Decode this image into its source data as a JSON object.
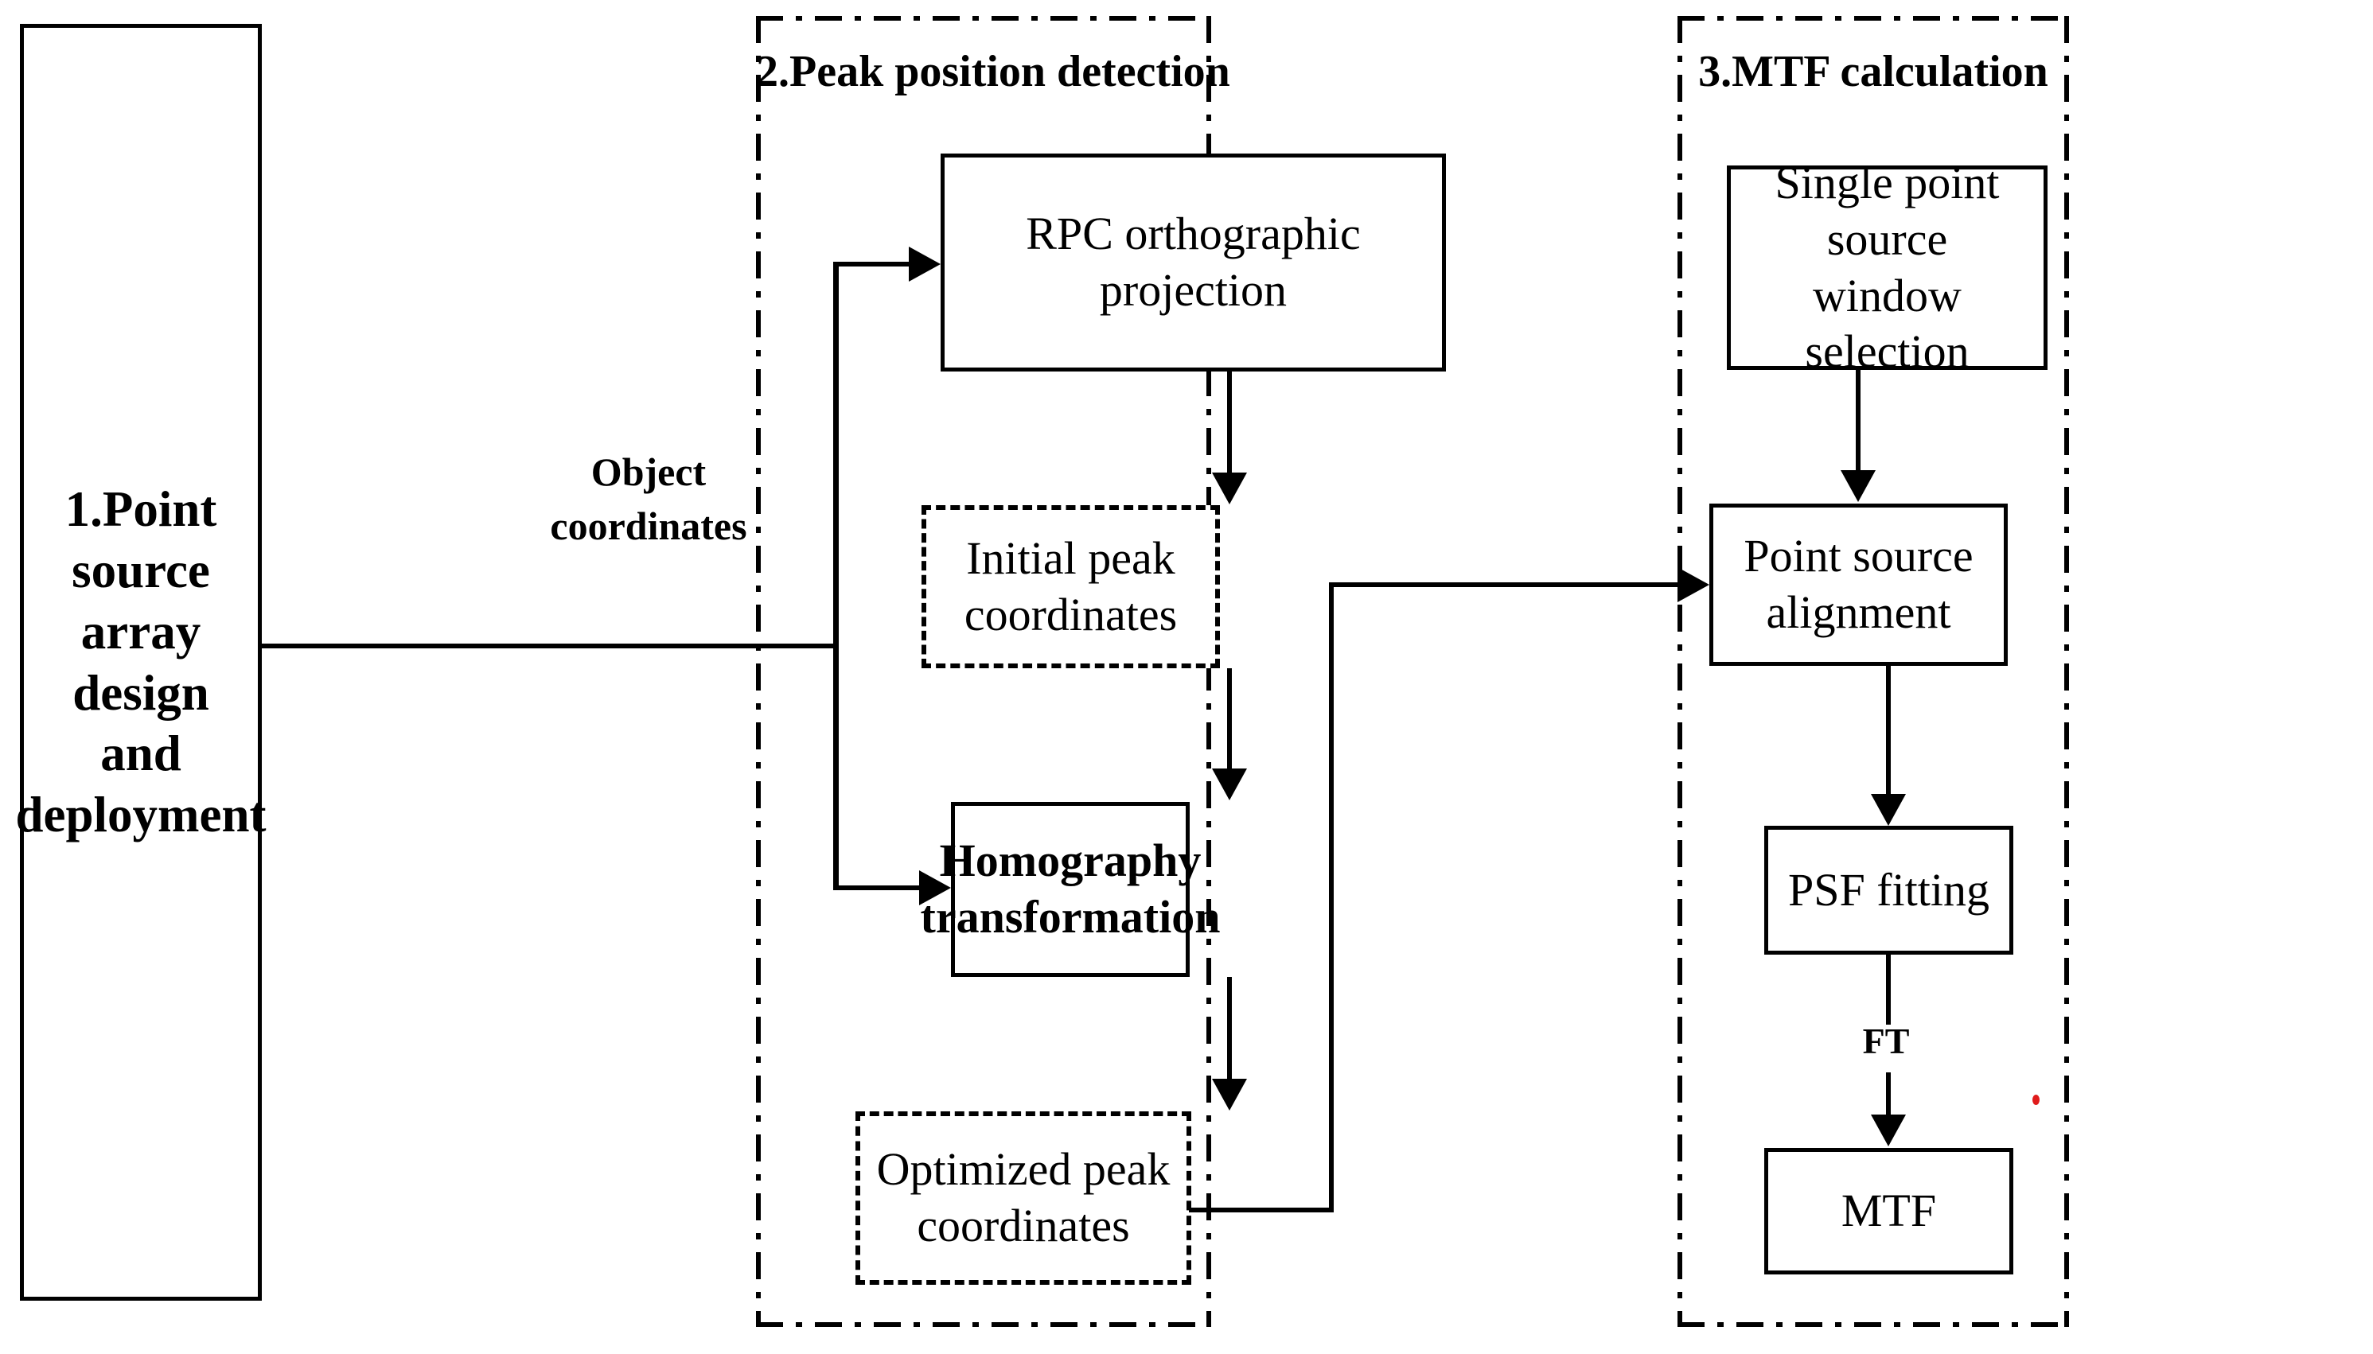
{
  "diagram": {
    "title_semantics": "MTF measurement workflow flowchart",
    "groups": [
      {
        "id": "g2",
        "title": "2.Peak position detection"
      },
      {
        "id": "g3",
        "title": "3.MTF calculation"
      }
    ],
    "nodes": [
      {
        "id": "n1",
        "label": "1.Point source\narray design\nand deployment",
        "style": "solid-bold"
      },
      {
        "id": "n2",
        "label": "RPC orthographic\nprojection",
        "style": "solid"
      },
      {
        "id": "n3",
        "label": "Initial peak\ncoordinates",
        "style": "dashed"
      },
      {
        "id": "n4",
        "label": "Homography\ntransformation",
        "style": "solid-bold"
      },
      {
        "id": "n5",
        "label": "Optimized peak\ncoordinates",
        "style": "dashed"
      },
      {
        "id": "n6",
        "label": "Single point source\nwindow selection",
        "style": "solid"
      },
      {
        "id": "n7",
        "label": "Point source\nalignment",
        "style": "solid"
      },
      {
        "id": "n8",
        "label": "PSF fitting",
        "style": "solid"
      },
      {
        "id": "n9",
        "label": "MTF",
        "style": "solid"
      }
    ],
    "node_lines": {
      "n1": [
        "1.Point source",
        "array design",
        "and deployment"
      ],
      "n2": [
        "RPC orthographic",
        "projection"
      ],
      "n3": [
        "Initial peak",
        "coordinates"
      ],
      "n4": [
        "Homography",
        "transformation"
      ],
      "n5": [
        "Optimized peak",
        "coordinates"
      ],
      "n6": [
        "Single point source",
        "window selection"
      ],
      "n7": [
        "Point source",
        "alignment"
      ],
      "n8": [
        "PSF fitting"
      ],
      "n9": [
        "MTF"
      ]
    },
    "edge_labels": {
      "object_coordinates_line1": "Object",
      "object_coordinates_line2": "coordinates",
      "ft": "FT"
    },
    "colors": {
      "stroke": "#000000",
      "background": "#ffffff",
      "artifact_dot": "#e01b1b"
    }
  }
}
